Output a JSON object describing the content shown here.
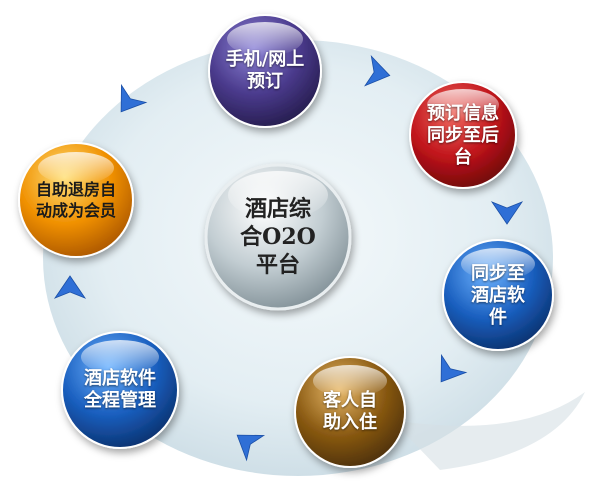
{
  "center": {
    "label": "酒店综\n合O2O\n平台"
  },
  "nodes": [
    {
      "id": "online-booking",
      "label": "手机/网上\n预订",
      "color": "#4a3a8c"
    },
    {
      "id": "booking-sync-backend",
      "label": "预订信息\n同步至后\n台",
      "color": "#c0141b"
    },
    {
      "id": "sync-hotel-software",
      "label": "同步至\n酒店软\n件",
      "color": "#1a5fbf"
    },
    {
      "id": "guest-checkin",
      "label": "客人自\n助入住",
      "color": "#8a5a12"
    },
    {
      "id": "hotel-software-management",
      "label": "酒店软件\n全程管理",
      "color": "#1a5fbf"
    },
    {
      "id": "self-checkout-membership",
      "label": "自助退房自\n动成为会员",
      "color": "#f09000"
    }
  ],
  "colors": {
    "arrow": "#2f6fd6",
    "ring": "#dbe8ef",
    "center": "#c2cdd2"
  }
}
